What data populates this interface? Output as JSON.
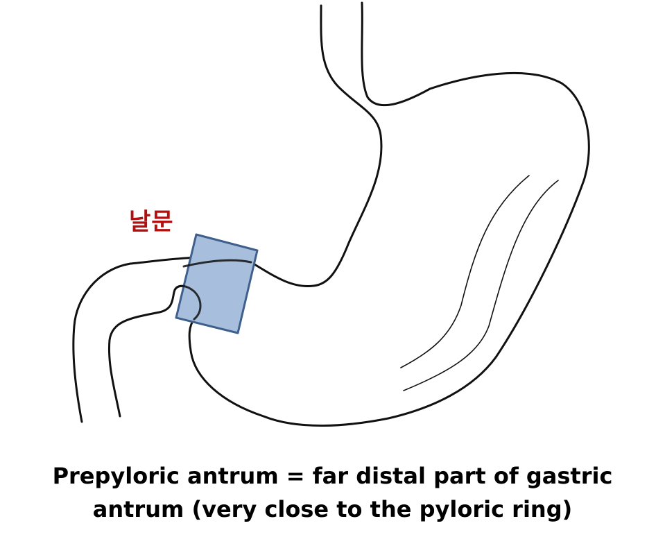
{
  "diagram": {
    "label": "날문",
    "label_color": "#b01010",
    "highlight_fill": "#a7bedd",
    "highlight_stroke": "#3f5f8c",
    "caption_lines": [
      "Prepyloric antrum = far distal part of gastric",
      "antrum (very close to the pyloric ring)"
    ]
  }
}
